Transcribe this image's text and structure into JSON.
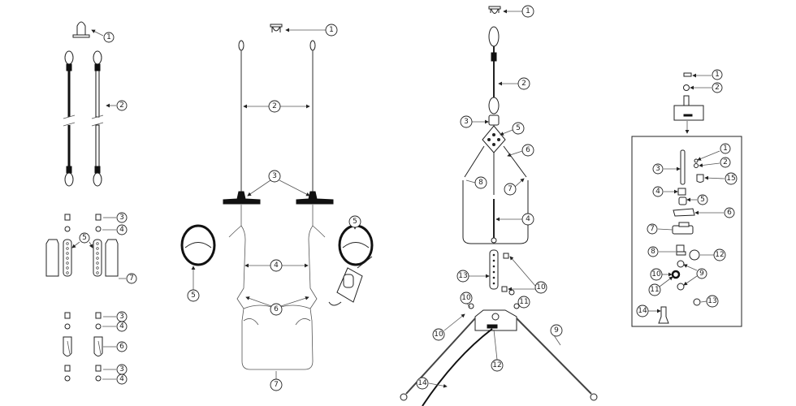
{
  "panels": {
    "slings": {
      "callouts": [
        "1",
        "2",
        "3",
        "4",
        "5",
        "7",
        "3",
        "4",
        "6",
        "3",
        "4"
      ]
    },
    "harness": {
      "callouts": [
        "1",
        "2",
        "3",
        "4",
        "5",
        "5",
        "6",
        "7"
      ]
    },
    "lift_bag": {
      "callouts": [
        "1",
        "2",
        "3",
        "5",
        "6",
        "8",
        "7",
        "4",
        "13",
        "10",
        "10",
        "11",
        "10",
        "12",
        "14",
        "9"
      ]
    },
    "base_unit": {
      "callouts": [
        "1",
        "2",
        "1",
        "2",
        "15",
        "3",
        "4",
        "5",
        "6",
        "7",
        "8",
        "12",
        "9",
        "10",
        "11",
        "13",
        "14"
      ]
    }
  }
}
